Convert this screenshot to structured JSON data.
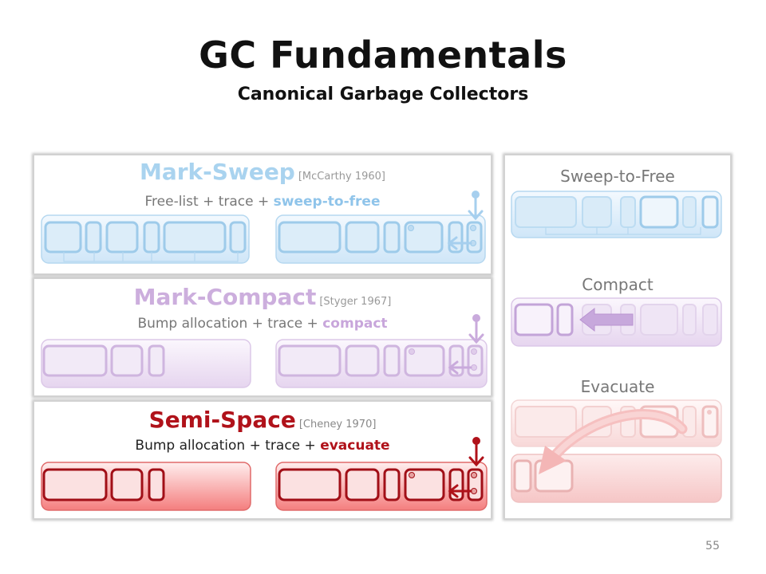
{
  "slide": {
    "title": "GC Fundamentals",
    "subtitle": "Canonical Garbage Collectors",
    "page_number": "55"
  },
  "collectors": [
    {
      "name": "Mark-Sweep",
      "citation": "[McCarthy 1960]",
      "description_prefix": "Free-list + trace + ",
      "description_keyword": "sweep-to-free",
      "accent_color": "#aed6f1",
      "keyword_color": "#8fc4ea"
    },
    {
      "name": "Mark-Compact",
      "citation": "[Styger 1967]",
      "description_prefix": "Bump allocation + trace + ",
      "description_keyword": "compact",
      "accent_color": "#d4b8e2",
      "keyword_color": "#c8a6db"
    },
    {
      "name": "Semi-Space",
      "citation": "[Cheney 1970]",
      "description_prefix": "Bump allocation + trace + ",
      "description_keyword": "evacuate",
      "accent_color": "#b0121a",
      "keyword_color": "#b0121a"
    }
  ],
  "mechanisms": {
    "sweep": "Sweep-to-Free",
    "compact": "Compact",
    "evacuate": "Evacuate"
  },
  "icons": {
    "allocation_arrow": "arrow-left-icon",
    "mark_pointer": "arrow-down-icon",
    "evacuate_curve": "curved-arrow-icon"
  }
}
